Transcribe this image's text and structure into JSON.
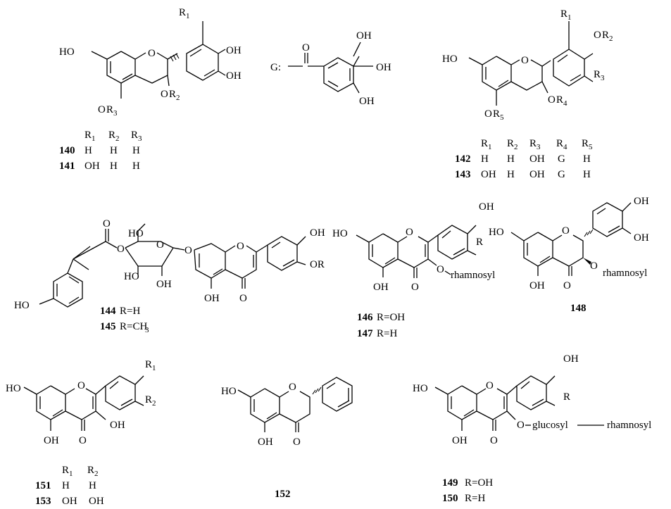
{
  "labels": {
    "oh": "OH",
    "ho": "HO",
    "o": "O",
    "or": "OR",
    "r": "R",
    "g_prefix": "G:",
    "r1": "R",
    "s1": "1",
    "s2": "2",
    "s3": "3",
    "s4": "4",
    "s5": "5",
    "rham_o": "O",
    "rhamnosyl": "rhamnosyl",
    "glucosyl": "glucosyl",
    "ch3": "CH",
    "three": "3"
  },
  "compounds": {
    "c140": {
      "id": "140",
      "R1": "H",
      "R2": "H",
      "R3": "H"
    },
    "c141": {
      "id": "141",
      "R1": "OH",
      "R2": "H",
      "R3": "H"
    },
    "c142": {
      "id": "142",
      "R1": "H",
      "R2": "H",
      "R3": "OH",
      "R4": "G",
      "R5": "H"
    },
    "c143": {
      "id": "143",
      "R1": "OH",
      "R2": "H",
      "R3": "OH",
      "R4": "G",
      "R5": "H"
    },
    "c144": {
      "id": "144",
      "sub": "R=H"
    },
    "c145": {
      "id": "145",
      "sub": "R=CH"
    },
    "c146": {
      "id": "146",
      "sub": "R=OH"
    },
    "c147": {
      "id": "147",
      "sub": "R=H"
    },
    "c148": {
      "id": "148"
    },
    "c149": {
      "id": "149",
      "sub": "R=OH"
    },
    "c150": {
      "id": "150",
      "sub": "R=H"
    },
    "c151": {
      "id": "151",
      "R1": "H",
      "R2": "H"
    },
    "c152": {
      "id": "152"
    },
    "c153": {
      "id": "153",
      "R1": "OH",
      "R2": "OH"
    }
  }
}
